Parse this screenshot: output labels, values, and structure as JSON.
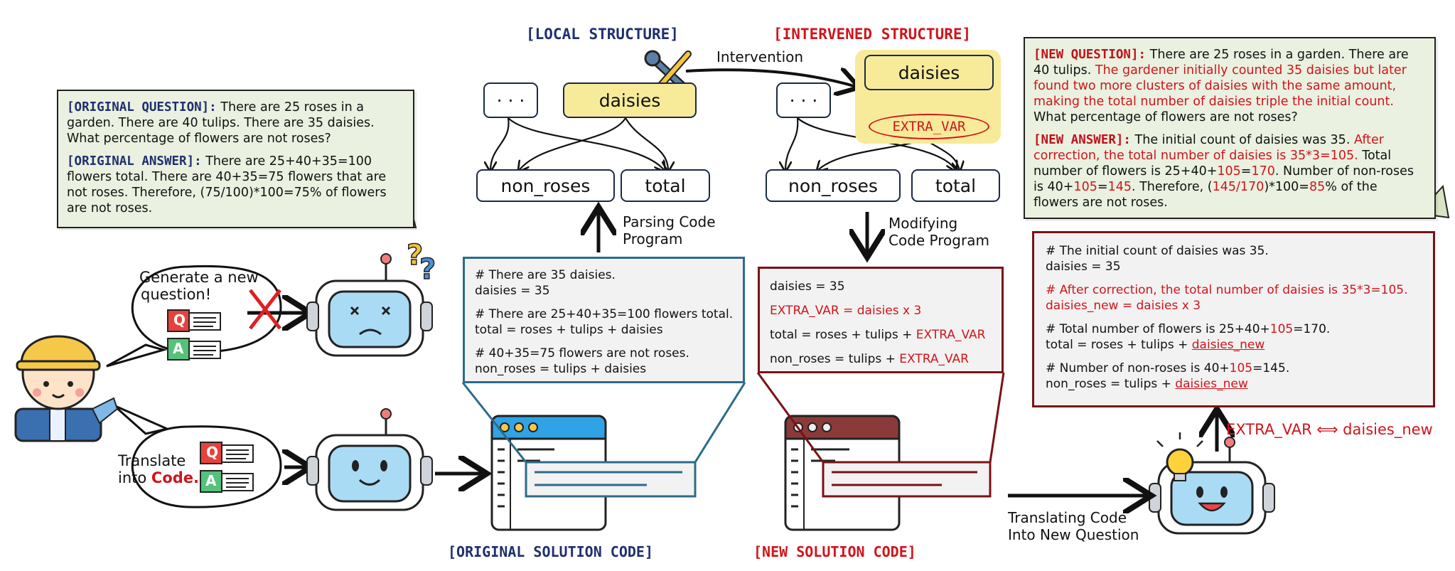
{
  "original_qa": {
    "question_label": "[ORIGINAL QUESTION]:",
    "question_text": "There are 25 roses in a garden. There are 40 tulips. There are 35 daisies. What percentage of flowers are not roses?",
    "answer_label": "[ORIGINAL ANSWER]:",
    "answer_text": "There are 25+40+35=100 flowers total. There are 40+35=75 flowers that are not roses. Therefore, (75/100)*100=75% of flowers are not roses."
  },
  "bubble_top": {
    "line1": "Generate a new",
    "line2": "question!"
  },
  "bubble_bottom": {
    "line1": "Translate",
    "line2_prefix": "into ",
    "line2_highlight": "Code."
  },
  "qa_badges": {
    "q": "Q",
    "a": "A"
  },
  "local_structure": {
    "title": "[LOCAL STRUCTURE]",
    "nodes": {
      "ellipsis": "· · ·",
      "daisies": "daisies",
      "non_roses": "non_roses",
      "total": "total"
    }
  },
  "intervened_structure": {
    "title": "[INTERVENED STRUCTURE]",
    "nodes": {
      "ellipsis": "· · ·",
      "daisies": "daisies",
      "extra_var": "EXTRA_VAR",
      "non_roses": "non_roses",
      "total": "total"
    }
  },
  "intervention_label": "Intervention",
  "parsing_label": {
    "line1": "Parsing Code",
    "line2": "Program"
  },
  "modifying_label": {
    "line1": "Modifying",
    "line2": "Code Program"
  },
  "original_code": {
    "lines": [
      "# There are 35 daisies.",
      "daisies = 35",
      "# There are 25+40+35=100 flowers total.",
      "total = roses + tulips + daisies",
      "# 40+35=75 flowers are not roses.",
      "non_roses = tulips + daisies"
    ]
  },
  "modified_code": {
    "l1": "daisies = 35",
    "l2": "EXTRA_VAR = daisies x 3",
    "l3_prefix": "total = roses + tulips + ",
    "l3_red": "EXTRA_VAR",
    "l4_prefix": "non_roses = tulips + ",
    "l4_red": "EXTRA_VAR"
  },
  "new_qa": {
    "question_label": "[NEW QUESTION]:",
    "question_black": "There are 25 roses in a garden. There are 40 tulips.",
    "question_red": "The gardener initially counted 35 daisies but later found two more clusters of daisies with the same amount, making the total number of daisies triple the initial count.",
    "question_tail": "What percentage of flowers are not roses?",
    "answer_label": "[NEW ANSWER]:",
    "answer_p1": "The initial count of daisies was 35.",
    "answer_p2_red": "After correction, the total number of daisies is 35*3=105.",
    "answer_p3": "Total number of flowers is 25+40+",
    "answer_p3_red": "105",
    "answer_p4": "=",
    "answer_p4_red": "170",
    "answer_p5": ". Number of non-roses is 40+",
    "answer_p5_red": "105",
    "answer_p6": "=",
    "answer_p6_red": "145",
    "answer_p7": ". Therefore, (",
    "answer_p7_red": "145/170",
    "answer_p8": ")*100=",
    "answer_p8_red": "85",
    "answer_p9": "% of the flowers are not roses."
  },
  "new_code": {
    "l1": "# The initial count of daisies was 35.",
    "l2": "daisies = 35",
    "l3": "# After correction, the total number of daisies is 35*3=105.",
    "l4": "daisies_new = daisies x 3",
    "l5_prefix": "# Total number of flowers is 25+40+",
    "l5_red": "105",
    "l5_suffix": "=170.",
    "l6_prefix": "total = roses + tulips + ",
    "l6_red": "daisies_new",
    "l7_prefix": "# Number of non-roses is 40+",
    "l7_red": "105",
    "l7_suffix": "=145.",
    "l8_prefix": "non_roses = tulips + ",
    "l8_red": "daisies_new"
  },
  "mapping_label": "EXTRA_VAR ⟺ daisies_new",
  "original_solution_label": "[ORIGINAL SOLUTION CODE]",
  "new_solution_label": "[NEW SOLUTION CODE]",
  "translating_label": {
    "line1": "Translating Code",
    "line2": "Into New Question"
  },
  "colors": {
    "navy": "#1f2f6e",
    "red": "#c0121a",
    "teal": "#2d6b8a",
    "maroon": "#7a1216",
    "note_bg": "#eaf1e0",
    "yellow": "#f7eb9a"
  }
}
